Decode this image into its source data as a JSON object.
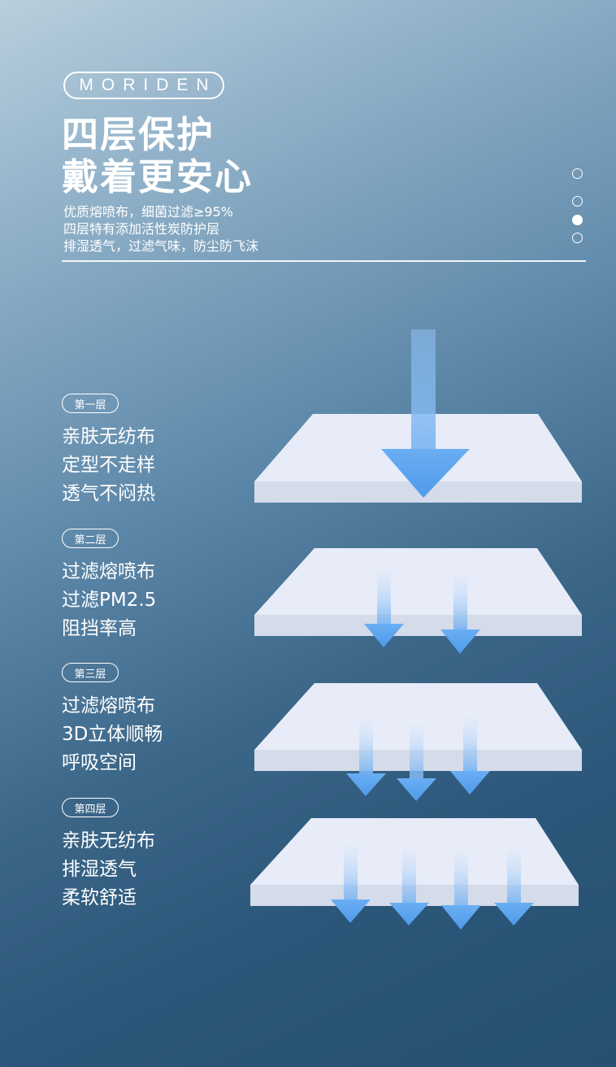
{
  "brand": "MORIDEN",
  "title": [
    "四层保护",
    "戴着更安心"
  ],
  "description": [
    "优质熔喷布，细菌过滤≥95%",
    "四层特有添加活性炭防护层",
    "排湿透气，过滤气味，防尘防飞沫"
  ],
  "pager": {
    "count": 4,
    "active_index": 2
  },
  "layers": [
    {
      "label": "第一层",
      "lines": [
        "亲肤无纺布",
        "定型不走样",
        "透气不闷热"
      ]
    },
    {
      "label": "第二层",
      "lines": [
        "过滤熔喷布",
        "过滤PM2.5",
        "阻挡率高"
      ]
    },
    {
      "label": "第三层",
      "lines": [
        "过滤熔喷布",
        "3D立体顺畅",
        "呼吸空间"
      ]
    },
    {
      "label": "第四层",
      "lines": [
        "亲肤无纺布",
        "排湿透气",
        "柔软舒适"
      ]
    }
  ],
  "colors": {
    "layer_top": "#e7ecf8",
    "layer_side": "#d4dbe9",
    "arrow": "#5fa7f2"
  }
}
